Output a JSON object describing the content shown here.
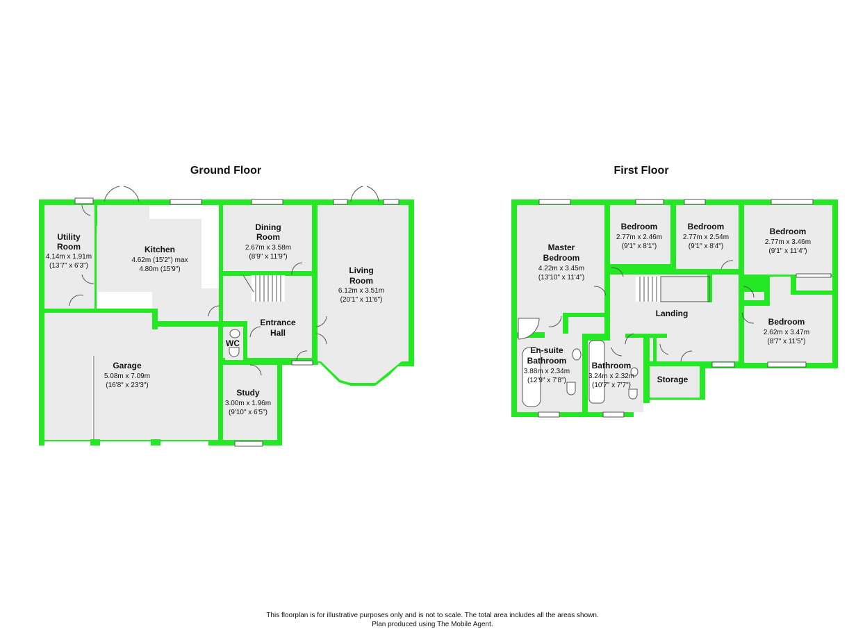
{
  "floors": [
    {
      "title": "Ground Floor"
    },
    {
      "title": "First Floor"
    }
  ],
  "rooms": {
    "utility": {
      "name1": "Utility",
      "name2": "Room",
      "dim_m": "4.14m x 1.91m",
      "dim_ft": "(13'7\" x 6'3\")"
    },
    "kitchen": {
      "name1": "Kitchen",
      "name2": "",
      "dim_m": "4.62m (15'2\") max",
      "dim_ft": "4.80m (15'9\")"
    },
    "dining": {
      "name1": "Dining",
      "name2": "Room",
      "dim_m": "2.67m x 3.58m",
      "dim_ft": "(8'9\" x 11'9\")"
    },
    "living": {
      "name1": "Living",
      "name2": "Room",
      "dim_m": "6.12m x 3.51m",
      "dim_ft": "(20'1\" x 11'6\")"
    },
    "hall": {
      "name1": "Entrance",
      "name2": "Hall"
    },
    "wc": {
      "name1": "WC"
    },
    "garage": {
      "name1": "Garage",
      "dim_m": "5.08m x 7.09m",
      "dim_ft": "(16'8\" x 23'3\")"
    },
    "study": {
      "name1": "Study",
      "dim_m": "3.00m x 1.96m",
      "dim_ft": "(9'10\" x 6'5\")"
    },
    "master": {
      "name1": "Master",
      "name2": "Bedroom",
      "dim_m": "4.22m x 3.45m",
      "dim_ft": "(13'10\" x 11'4\")"
    },
    "bed2": {
      "name1": "Bedroom",
      "dim_m": "2.77m x 2.46m",
      "dim_ft": "(9'1\" x 8'1\")"
    },
    "bed3": {
      "name1": "Bedroom",
      "dim_m": "2.77m x 2.54m",
      "dim_ft": "(9'1\" x 8'4\")"
    },
    "bed4": {
      "name1": "Bedroom",
      "dim_m": "2.77m x 3.46m",
      "dim_ft": "(9'1\" x 11'4\")"
    },
    "bed5": {
      "name1": "Bedroom",
      "dim_m": "2.62m x 3.47m",
      "dim_ft": "(8'7\" x 11'5\")"
    },
    "landing": {
      "name1": "Landing"
    },
    "ensuite": {
      "name1": "En-suite",
      "name2": "Bathroom",
      "dim_m": "3.88m x 2.34m",
      "dim_ft": "(12'9\" x 7'8\")"
    },
    "bathroom": {
      "name1": "Bathroom",
      "dim_m": "3.24m x 2.32m",
      "dim_ft": "(10'7\" x 7'7\")"
    },
    "storage": {
      "name1": "Storage"
    }
  },
  "footer": {
    "line1": "This floorplan is for illustrative purposes only and is not to scale. The total area includes all the areas shown.",
    "line2": "Plan produced using The Mobile Agent."
  }
}
